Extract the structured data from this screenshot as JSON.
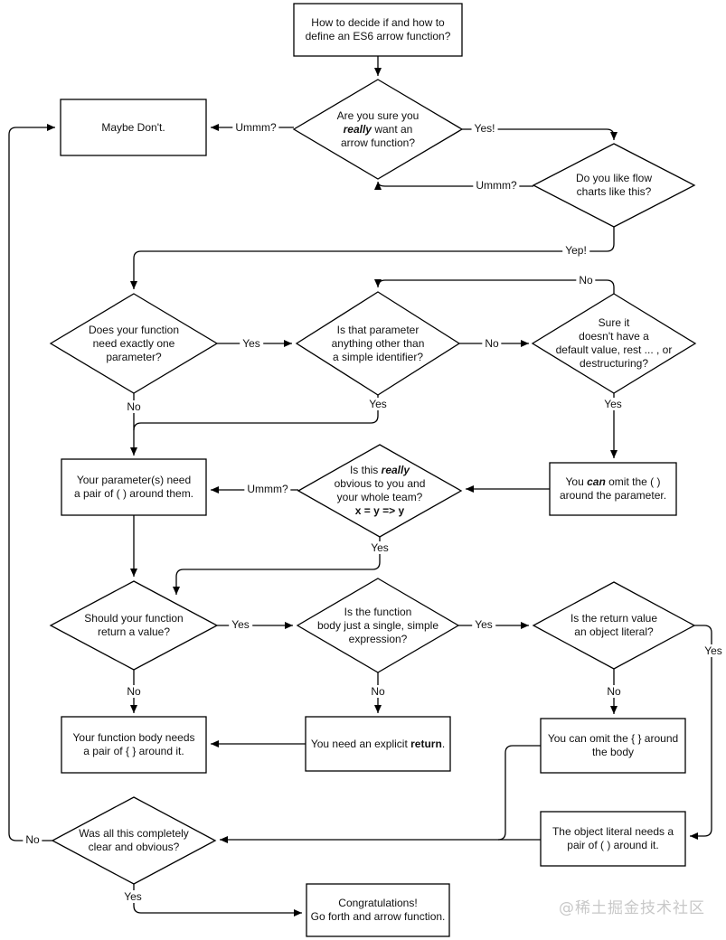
{
  "title": "How to decide if and how to define an ES6 arrow function?",
  "colors": {
    "stroke": "#000000",
    "background": "#ffffff",
    "watermark": "#c8c8c8"
  },
  "watermark": {
    "text": "@稀土掘金技术社区"
  },
  "nodes": {
    "start": {
      "lines": [
        [
          {
            "t": "How to decide if and how to"
          }
        ],
        [
          {
            "t": "define an ES6 arrow function?"
          }
        ]
      ]
    },
    "maybe_dont": {
      "lines": [
        [
          {
            "t": "Maybe Don't."
          }
        ]
      ]
    },
    "q_want_arrow": {
      "lines": [
        [
          {
            "t": "Are you sure you"
          }
        ],
        [
          {
            "t": "really",
            "b": true,
            "i": true
          },
          {
            "t": " want an"
          }
        ],
        [
          {
            "t": "arrow function?"
          }
        ]
      ]
    },
    "q_like_flowcharts": {
      "lines": [
        [
          {
            "t": "Do you like flow"
          }
        ],
        [
          {
            "t": "charts like this?"
          }
        ]
      ]
    },
    "q_one_param": {
      "lines": [
        [
          {
            "t": "Does your function"
          }
        ],
        [
          {
            "t": "need exactly one"
          }
        ],
        [
          {
            "t": "parameter?"
          }
        ]
      ]
    },
    "q_param_not_simple": {
      "lines": [
        [
          {
            "t": "Is that parameter"
          }
        ],
        [
          {
            "t": "anything other than"
          }
        ],
        [
          {
            "t": "a simple identifier?"
          }
        ]
      ]
    },
    "q_no_default": {
      "lines": [
        [
          {
            "t": "Sure it"
          }
        ],
        [
          {
            "t": "doesn't have a"
          }
        ],
        [
          {
            "t": "default value, rest ... , or"
          }
        ],
        [
          {
            "t": "destructuring?"
          }
        ]
      ]
    },
    "need_parens": {
      "lines": [
        [
          {
            "t": "Your parameter(s) need"
          }
        ],
        [
          {
            "t": "a pair of ( ) around them."
          }
        ]
      ]
    },
    "q_obvious": {
      "lines": [
        [
          {
            "t": "Is this "
          },
          {
            "t": "really",
            "b": true,
            "i": true
          }
        ],
        [
          {
            "t": "obvious to you and"
          }
        ],
        [
          {
            "t": "your whole team?"
          }
        ],
        [
          {
            "t": "x = y => y",
            "b": true
          }
        ]
      ]
    },
    "can_omit_parens": {
      "lines": [
        [
          {
            "t": "You "
          },
          {
            "t": "can",
            "b": true,
            "i": true
          },
          {
            "t": " omit the ( )"
          }
        ],
        [
          {
            "t": "around the parameter."
          }
        ]
      ]
    },
    "q_return_value": {
      "lines": [
        [
          {
            "t": "Should your function"
          }
        ],
        [
          {
            "t": "return a value?"
          }
        ]
      ]
    },
    "q_single_expr": {
      "lines": [
        [
          {
            "t": "Is the function"
          }
        ],
        [
          {
            "t": "body just a single, simple"
          }
        ],
        [
          {
            "t": "expression?"
          }
        ]
      ]
    },
    "q_object_literal": {
      "lines": [
        [
          {
            "t": "Is the return value"
          }
        ],
        [
          {
            "t": "an object literal?"
          }
        ]
      ]
    },
    "need_braces": {
      "lines": [
        [
          {
            "t": "Your function body needs"
          }
        ],
        [
          {
            "t": "a pair of { } around it."
          }
        ]
      ]
    },
    "explicit_return": {
      "lines": [
        [
          {
            "t": "You need an explicit "
          },
          {
            "t": "return",
            "b": true
          },
          {
            "t": "."
          }
        ]
      ]
    },
    "omit_braces": {
      "lines": [
        [
          {
            "t": "You can omit the { } around"
          }
        ],
        [
          {
            "t": "the body"
          }
        ]
      ]
    },
    "q_clear": {
      "lines": [
        [
          {
            "t": "Was all this completely"
          }
        ],
        [
          {
            "t": "clear and obvious?"
          }
        ]
      ]
    },
    "object_parens": {
      "lines": [
        [
          {
            "t": "The object literal needs a"
          }
        ],
        [
          {
            "t": "pair of ( ) around it."
          }
        ]
      ]
    },
    "congrats": {
      "lines": [
        [
          {
            "t": "Congratulations!"
          }
        ],
        [
          {
            "t": "Go forth and arrow function."
          }
        ]
      ]
    }
  },
  "edge_labels": {
    "ummm1": "Ummm?",
    "yes1": "Yes!",
    "ummm2": "Ummm?",
    "yep": "Yep!",
    "no_loop": "No",
    "yes_one_param": "Yes",
    "no_one_param": "No",
    "yes_not_simple": "Yes",
    "no_not_simple": "No",
    "yes_no_default": "Yes",
    "ummm3": "Ummm?",
    "yes_obvious": "Yes",
    "yes_return": "Yes",
    "no_return": "No",
    "yes_single": "Yes",
    "no_single": "No",
    "no_object_literal": "No",
    "yes_object_literal": "Yes",
    "no_clear": "No",
    "yes_clear": "Yes"
  }
}
